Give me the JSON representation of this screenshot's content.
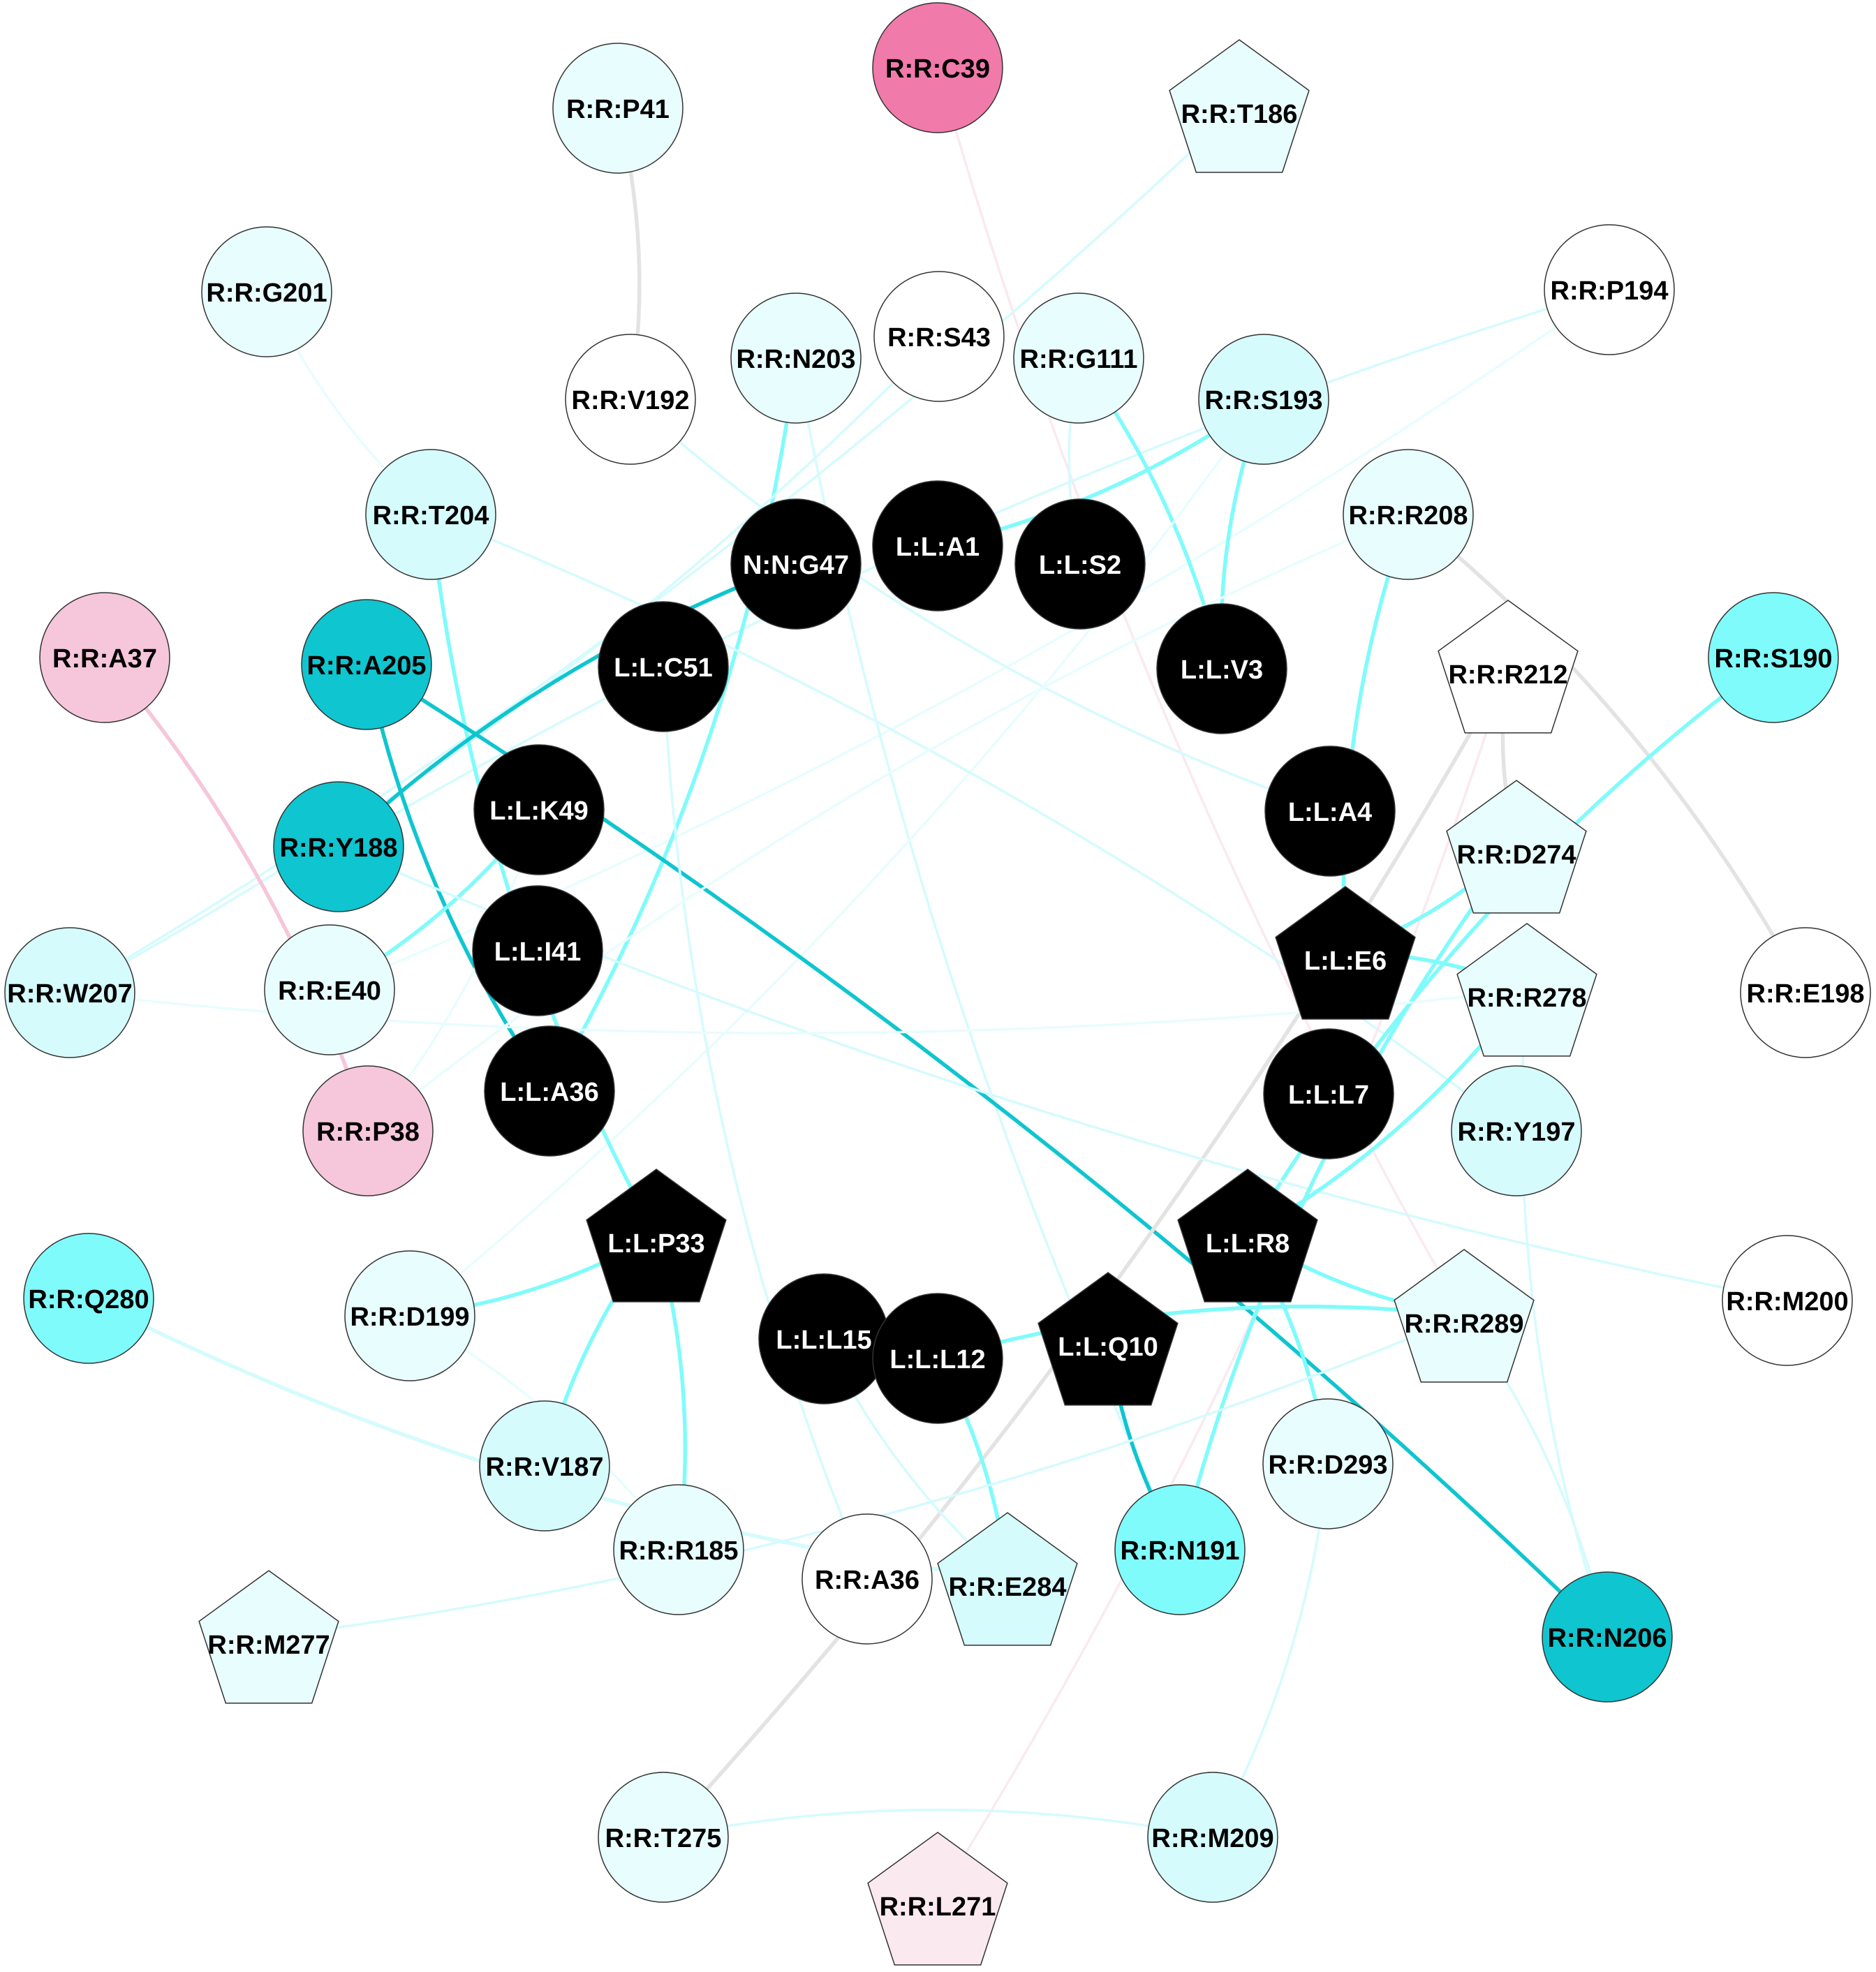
{
  "colors": {
    "black": "#000000",
    "dark_teal": "#0fc5cf",
    "cyan": "#80fbfb",
    "light_cyan": "#d5fbfd",
    "pale_cyan": "#e8fdfd",
    "white": "#ffffff",
    "pink": "#f6c6da",
    "hot_pink": "#f07aaa",
    "pale_pink": "#fbe9f0",
    "edge_grey": "#e3e3e3"
  },
  "nodes": [
    {
      "id": "R:R:C39",
      "shape": "circle",
      "color": "hot_pink"
    },
    {
      "id": "R:R:P41",
      "shape": "circle",
      "color": "pale_cyan"
    },
    {
      "id": "R:R:T186",
      "shape": "pentagon",
      "color": "pale_cyan"
    },
    {
      "id": "R:R:G201",
      "shape": "circle",
      "color": "pale_cyan"
    },
    {
      "id": "R:R:P194",
      "shape": "circle",
      "color": "white"
    },
    {
      "id": "R:R:N203",
      "shape": "circle",
      "color": "pale_cyan"
    },
    {
      "id": "R:R:S43",
      "shape": "circle",
      "color": "white"
    },
    {
      "id": "R:R:G111",
      "shape": "circle",
      "color": "pale_cyan"
    },
    {
      "id": "R:R:V192",
      "shape": "circle",
      "color": "white"
    },
    {
      "id": "R:R:S193",
      "shape": "circle",
      "color": "light_cyan"
    },
    {
      "id": "R:R:T204",
      "shape": "circle",
      "color": "light_cyan"
    },
    {
      "id": "R:R:R208",
      "shape": "circle",
      "color": "pale_cyan"
    },
    {
      "id": "L:L:A1",
      "shape": "circle",
      "color": "black"
    },
    {
      "id": "N:N:G47",
      "shape": "circle",
      "color": "black"
    },
    {
      "id": "L:L:S2",
      "shape": "circle",
      "color": "black"
    },
    {
      "id": "R:R:A37",
      "shape": "circle",
      "color": "pink"
    },
    {
      "id": "R:R:A205",
      "shape": "circle",
      "color": "dark_teal"
    },
    {
      "id": "L:L:C51",
      "shape": "circle",
      "color": "black"
    },
    {
      "id": "R:R:R212",
      "shape": "pentagon",
      "color": "white"
    },
    {
      "id": "L:L:V3",
      "shape": "circle",
      "color": "black"
    },
    {
      "id": "R:R:S190",
      "shape": "circle",
      "color": "cyan"
    },
    {
      "id": "L:L:K49",
      "shape": "circle",
      "color": "black"
    },
    {
      "id": "L:L:A4",
      "shape": "circle",
      "color": "black"
    },
    {
      "id": "R:R:Y188",
      "shape": "circle",
      "color": "dark_teal"
    },
    {
      "id": "R:R:D274",
      "shape": "pentagon",
      "color": "pale_cyan"
    },
    {
      "id": "L:L:I41",
      "shape": "circle",
      "color": "black"
    },
    {
      "id": "L:L:E6",
      "shape": "pentagon",
      "color": "black"
    },
    {
      "id": "R:R:W207",
      "shape": "circle",
      "color": "light_cyan"
    },
    {
      "id": "R:R:E40",
      "shape": "circle",
      "color": "pale_cyan"
    },
    {
      "id": "R:R:R278",
      "shape": "pentagon",
      "color": "pale_cyan"
    },
    {
      "id": "R:R:E198",
      "shape": "circle",
      "color": "white"
    },
    {
      "id": "L:L:A36",
      "shape": "circle",
      "color": "black"
    },
    {
      "id": "L:L:L7",
      "shape": "circle",
      "color": "black"
    },
    {
      "id": "R:R:P38",
      "shape": "circle",
      "color": "pink"
    },
    {
      "id": "R:R:Y197",
      "shape": "circle",
      "color": "light_cyan"
    },
    {
      "id": "L:L:P33",
      "shape": "pentagon",
      "color": "black"
    },
    {
      "id": "L:L:R8",
      "shape": "pentagon",
      "color": "black"
    },
    {
      "id": "R:R:Q280",
      "shape": "circle",
      "color": "cyan"
    },
    {
      "id": "R:R:D199",
      "shape": "circle",
      "color": "pale_cyan"
    },
    {
      "id": "R:R:M200",
      "shape": "circle",
      "color": "white"
    },
    {
      "id": "R:R:R289",
      "shape": "pentagon",
      "color": "pale_cyan"
    },
    {
      "id": "L:L:L15",
      "shape": "circle",
      "color": "black"
    },
    {
      "id": "L:L:L12",
      "shape": "circle",
      "color": "black"
    },
    {
      "id": "L:L:Q10",
      "shape": "pentagon",
      "color": "black"
    },
    {
      "id": "R:R:V187",
      "shape": "circle",
      "color": "light_cyan"
    },
    {
      "id": "R:R:D293",
      "shape": "circle",
      "color": "pale_cyan"
    },
    {
      "id": "R:R:R185",
      "shape": "circle",
      "color": "pale_cyan"
    },
    {
      "id": "R:R:A36",
      "shape": "circle",
      "color": "white"
    },
    {
      "id": "R:R:E284",
      "shape": "pentagon",
      "color": "light_cyan"
    },
    {
      "id": "R:R:N191",
      "shape": "circle",
      "color": "cyan"
    },
    {
      "id": "R:R:N206",
      "shape": "circle",
      "color": "dark_teal"
    },
    {
      "id": "R:R:M277",
      "shape": "pentagon",
      "color": "pale_cyan"
    },
    {
      "id": "R:R:T275",
      "shape": "circle",
      "color": "pale_cyan"
    },
    {
      "id": "R:R:M209",
      "shape": "circle",
      "color": "light_cyan"
    },
    {
      "id": "R:R:L271",
      "shape": "pentagon",
      "color": "pale_pink"
    }
  ],
  "edges": [
    {
      "from": "R:R:P41",
      "to": "R:R:V192",
      "color": "edge_grey",
      "weight": "medium"
    },
    {
      "from": "R:R:C39",
      "to": "R:R:R289",
      "color": "pale_pink",
      "weight": "thin"
    },
    {
      "from": "R:R:T186",
      "to": "R:R:W207",
      "color": "light_cyan",
      "weight": "thin"
    },
    {
      "from": "R:R:G201",
      "to": "R:R:T204",
      "color": "pale_cyan",
      "weight": "thin"
    },
    {
      "from": "R:R:P194",
      "to": "R:R:E40",
      "color": "pale_cyan",
      "weight": "thin"
    },
    {
      "from": "R:R:P194",
      "to": "R:R:Y188",
      "color": "light_cyan",
      "weight": "thin"
    },
    {
      "from": "R:R:N203",
      "to": "L:L:A36",
      "color": "cyan",
      "weight": "medium"
    },
    {
      "from": "R:R:N203",
      "to": "R:R:N191",
      "color": "light_cyan",
      "weight": "thin"
    },
    {
      "from": "R:R:S43",
      "to": "R:R:W207",
      "color": "light_cyan",
      "weight": "thin"
    },
    {
      "from": "R:R:G111",
      "to": "L:L:S2",
      "color": "light_cyan",
      "weight": "thin"
    },
    {
      "from": "R:R:G111",
      "to": "L:L:V3",
      "color": "cyan",
      "weight": "medium"
    },
    {
      "from": "R:R:V192",
      "to": "L:L:A4",
      "color": "light_cyan",
      "weight": "thin"
    },
    {
      "from": "R:R:S193",
      "to": "L:L:A1",
      "color": "cyan",
      "weight": "medium"
    },
    {
      "from": "R:R:S193",
      "to": "L:L:V3",
      "color": "cyan",
      "weight": "medium"
    },
    {
      "from": "R:R:S193",
      "to": "R:R:D199",
      "color": "pale_cyan",
      "weight": "thin"
    },
    {
      "from": "R:R:T204",
      "to": "L:L:P33",
      "color": "cyan",
      "weight": "medium"
    },
    {
      "from": "R:R:T204",
      "to": "R:R:Y197",
      "color": "light_cyan",
      "weight": "thin"
    },
    {
      "from": "R:R:R208",
      "to": "L:L:E6",
      "color": "cyan",
      "weight": "medium"
    },
    {
      "from": "R:R:R208",
      "to": "R:R:E198",
      "color": "edge_grey",
      "weight": "medium"
    },
    {
      "from": "N:N:G47",
      "to": "R:R:Y188",
      "color": "dark_teal",
      "weight": "medium"
    },
    {
      "from": "R:R:A37",
      "to": "R:R:P38",
      "color": "pink",
      "weight": "medium"
    },
    {
      "from": "R:R:A205",
      "to": "L:L:A36",
      "color": "dark_teal",
      "weight": "medium"
    },
    {
      "from": "R:R:A205",
      "to": "R:R:N206",
      "color": "dark_teal",
      "weight": "medium"
    },
    {
      "from": "L:L:C51",
      "to": "R:R:A36",
      "color": "light_cyan",
      "weight": "thin"
    },
    {
      "from": "R:R:R212",
      "to": "R:R:T275",
      "color": "edge_grey",
      "weight": "medium"
    },
    {
      "from": "R:R:R212",
      "to": "R:R:D274",
      "color": "edge_grey",
      "weight": "medium"
    },
    {
      "from": "R:R:R212",
      "to": "R:R:L271",
      "color": "pale_pink",
      "weight": "thin"
    },
    {
      "from": "R:R:S190",
      "to": "L:L:R8",
      "color": "cyan",
      "weight": "medium"
    },
    {
      "from": "L:L:K49",
      "to": "R:R:E40",
      "color": "cyan",
      "weight": "medium"
    },
    {
      "from": "R:R:Y188",
      "to": "R:R:M200",
      "color": "light_cyan",
      "weight": "thin"
    },
    {
      "from": "R:R:D274",
      "to": "L:L:E6",
      "color": "cyan",
      "weight": "medium"
    },
    {
      "from": "R:R:D274",
      "to": "R:R:N191",
      "color": "cyan",
      "weight": "medium"
    },
    {
      "from": "L:L:E6",
      "to": "R:R:R278",
      "color": "cyan",
      "weight": "medium"
    },
    {
      "from": "R:R:W207",
      "to": "R:R:R278",
      "color": "pale_cyan",
      "weight": "thin"
    },
    {
      "from": "R:R:R278",
      "to": "L:L:R8",
      "color": "cyan",
      "weight": "medium"
    },
    {
      "from": "R:R:R278",
      "to": "R:R:N206",
      "color": "light_cyan",
      "weight": "thin"
    },
    {
      "from": "L:L:P33",
      "to": "R:R:D199",
      "color": "cyan",
      "weight": "medium"
    },
    {
      "from": "L:L:P33",
      "to": "R:R:V187",
      "color": "cyan",
      "weight": "medium"
    },
    {
      "from": "L:L:P33",
      "to": "R:R:R185",
      "color": "cyan",
      "weight": "medium"
    },
    {
      "from": "L:L:R8",
      "to": "R:R:R289",
      "color": "cyan",
      "weight": "medium"
    },
    {
      "from": "L:L:R8",
      "to": "R:R:D293",
      "color": "cyan",
      "weight": "medium"
    },
    {
      "from": "R:R:Q280",
      "to": "R:R:E284",
      "color": "light_cyan",
      "weight": "medium"
    },
    {
      "from": "R:R:D199",
      "to": "R:R:R185",
      "color": "pale_cyan",
      "weight": "thin"
    },
    {
      "from": "R:R:R289",
      "to": "L:L:L12",
      "color": "cyan",
      "weight": "medium"
    },
    {
      "from": "R:R:R289",
      "to": "R:R:N206",
      "color": "light_cyan",
      "weight": "thin"
    },
    {
      "from": "L:L:L15",
      "to": "R:R:E284",
      "color": "light_cyan",
      "weight": "thin"
    },
    {
      "from": "L:L:L12",
      "to": "R:R:E284",
      "color": "cyan",
      "weight": "medium"
    },
    {
      "from": "L:L:Q10",
      "to": "R:R:N191",
      "color": "dark_teal",
      "weight": "medium"
    },
    {
      "from": "R:R:D293",
      "to": "R:R:M209",
      "color": "light_cyan",
      "weight": "thin"
    },
    {
      "from": "R:R:M277",
      "to": "R:R:R289",
      "color": "light_cyan",
      "weight": "thin"
    },
    {
      "from": "R:R:T275",
      "to": "R:R:M209",
      "color": "light_cyan",
      "weight": "thin"
    },
    {
      "from": "R:R:P38",
      "to": "L:L:K49",
      "color": "pale_cyan",
      "weight": "thin"
    },
    {
      "from": "R:R:P38",
      "to": "R:R:R208",
      "color": "pale_cyan",
      "weight": "thin"
    }
  ]
}
